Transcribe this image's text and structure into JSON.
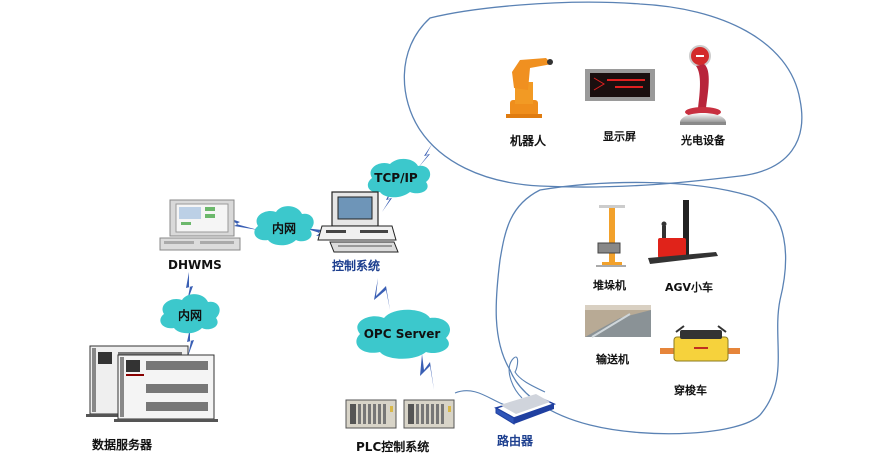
{
  "title": "网络拓扑结构图",
  "colors": {
    "cloud_fill": "#3cc8cc",
    "link_blue": "#3a5fb4",
    "boundary_line": "#5a82b4",
    "label_blue": "#1d3f8f",
    "label_black": "#111111"
  },
  "nodes": {
    "dhwms": {
      "label": "DHWMS",
      "icon": "desktop-computer-icon"
    },
    "control_system": {
      "label": "控制系统",
      "icon": "workstation-computer-icon"
    },
    "data_server": {
      "label": "数据服务器",
      "icon": "server-rack-icon"
    },
    "plc": {
      "label": "PLC控制系统",
      "icon": "plc-cabinet-icon"
    },
    "router": {
      "label": "路由器",
      "icon": "router-icon"
    }
  },
  "clouds": {
    "intranet_top": {
      "label": "内网"
    },
    "intranet_left": {
      "label": "内网"
    },
    "tcpip": {
      "label": "TCP/IP"
    },
    "opc": {
      "label": "OPC Server"
    }
  },
  "zones": {
    "upper": {
      "devices": [
        {
          "label": "机器人",
          "icon": "industrial-robot-icon"
        },
        {
          "label": "显示屏",
          "icon": "led-display-icon"
        },
        {
          "label": "光电设备",
          "icon": "photoelectric-device-icon"
        }
      ]
    },
    "lower": {
      "devices": [
        {
          "label": "堆垛机",
          "icon": "stacker-crane-icon"
        },
        {
          "label": "AGV小车",
          "icon": "agv-forklift-icon"
        },
        {
          "label": "输送机",
          "icon": "conveyor-icon"
        },
        {
          "label": "穿梭车",
          "icon": "shuttle-car-icon"
        }
      ]
    }
  }
}
